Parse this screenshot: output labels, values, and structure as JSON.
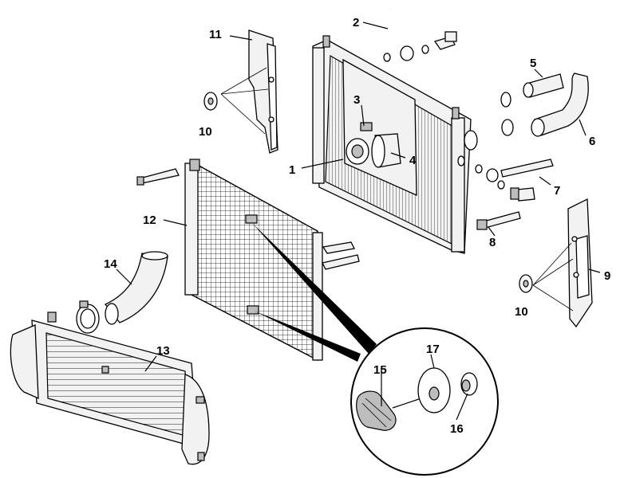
{
  "callouts": {
    "n1": "1",
    "n2": "2",
    "n3": "3",
    "n4": "4",
    "n5": "5",
    "n6": "6",
    "n7": "7",
    "n8": "8",
    "n9": "9",
    "n10a": "10",
    "n10b": "10",
    "n11": "11",
    "n12": "12",
    "n13": "13",
    "n14": "14",
    "n15": "15",
    "n16": "16",
    "n17": "17"
  }
}
